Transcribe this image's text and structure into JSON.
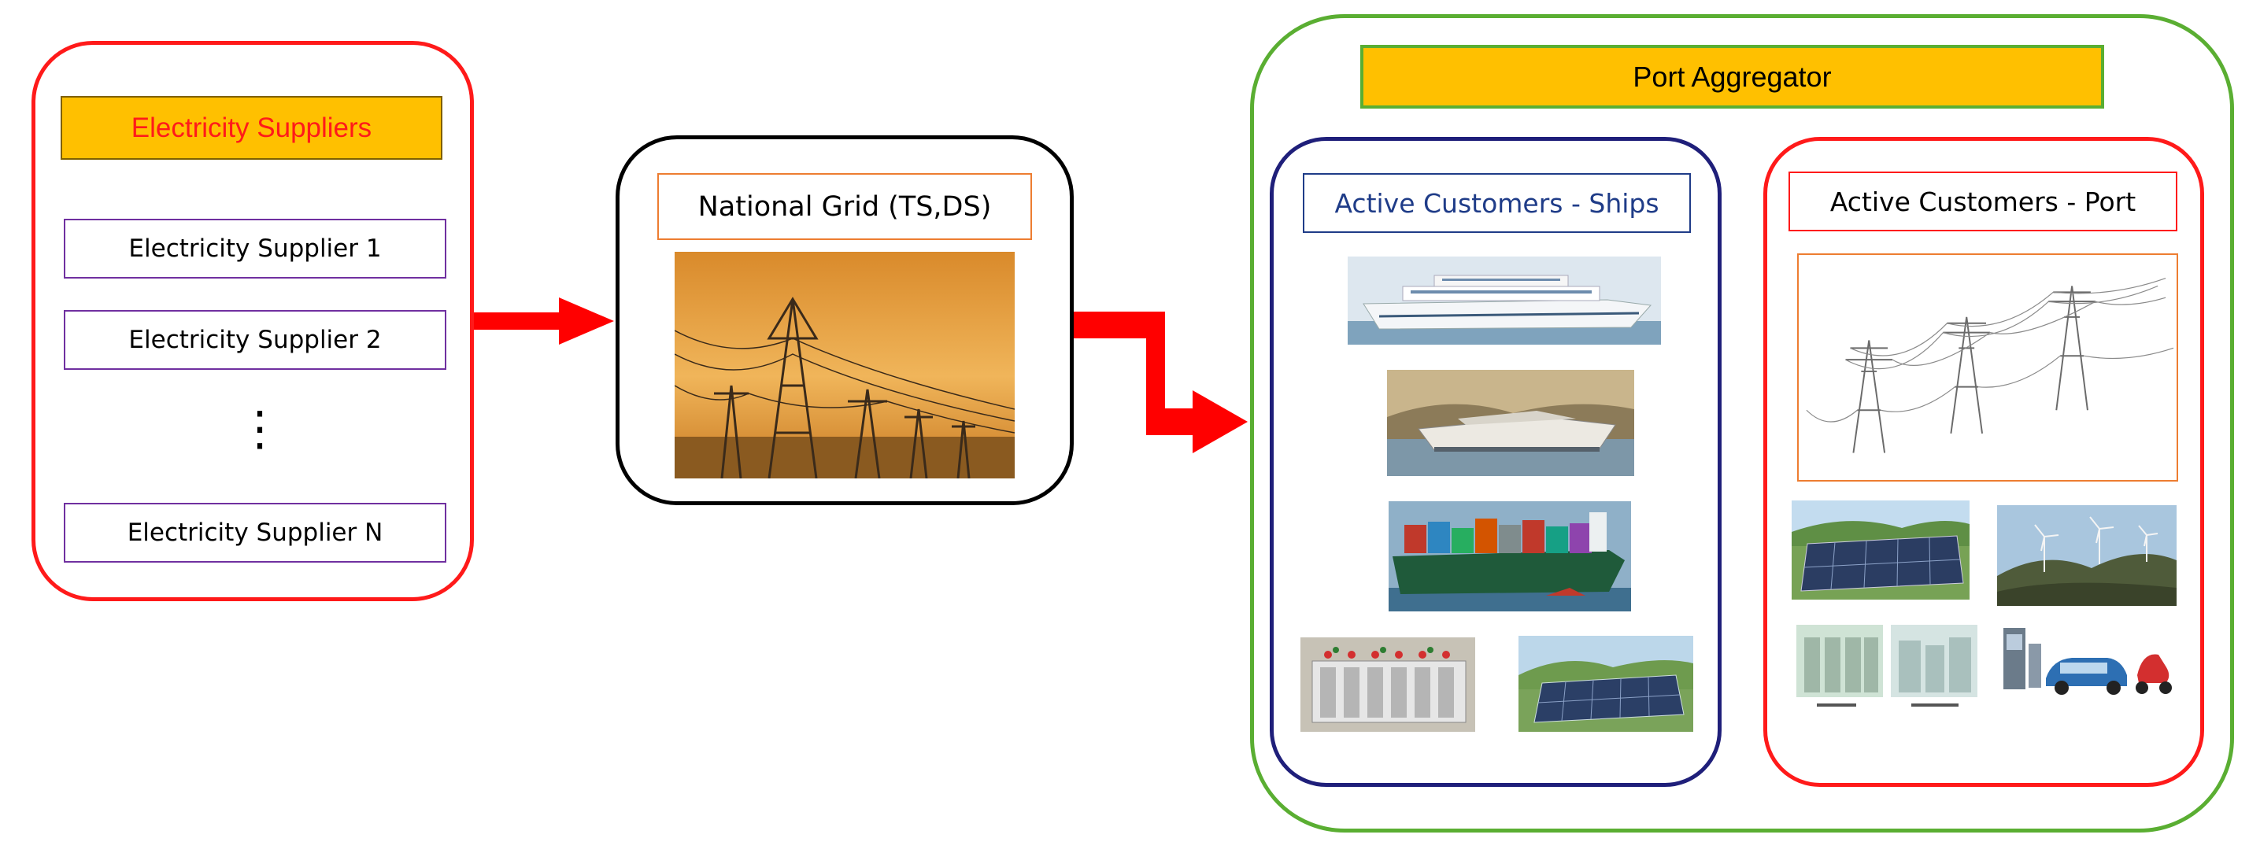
{
  "suppliers": {
    "title": "Electricity Suppliers",
    "items": [
      "Electricity Supplier 1",
      "Electricity Supplier 2",
      "Electricity Supplier N"
    ],
    "ellipsis": "⋮",
    "colors": {
      "border": "#ff1a1a",
      "title_fill": "#ffc000",
      "title_text": "#ff1a1a",
      "item_border": "#7030a0"
    }
  },
  "grid": {
    "title": "National Grid (TS,DS)",
    "image": "transmission-towers-sunset-photo",
    "colors": {
      "border": "#000000",
      "title_border": "#ed7d31"
    }
  },
  "aggregator": {
    "title": "Port Aggregator",
    "colors": {
      "border": "#5aae32",
      "title_fill": "#ffc000",
      "title_border": "#5aae32"
    }
  },
  "ships": {
    "title": "Active Customers - Ships",
    "images": [
      "cruise-ship-photo",
      "catamaran-ferry-photo",
      "container-ship-photo",
      "battery-bank-photo",
      "solar-panels-photo"
    ],
    "colors": {
      "border": "#1f1f7a",
      "title_text": "#1f3c88"
    }
  },
  "port": {
    "title": "Active Customers - Port",
    "images": [
      "power-lines-illustration",
      "solar-farm-photo",
      "wind-turbines-photo",
      "electrolyser-room-photo",
      "ev-charging-photo"
    ],
    "colors": {
      "border": "#ff1a1a",
      "title_text": "#000000"
    }
  },
  "arrows": {
    "color": "#ff0000"
  }
}
